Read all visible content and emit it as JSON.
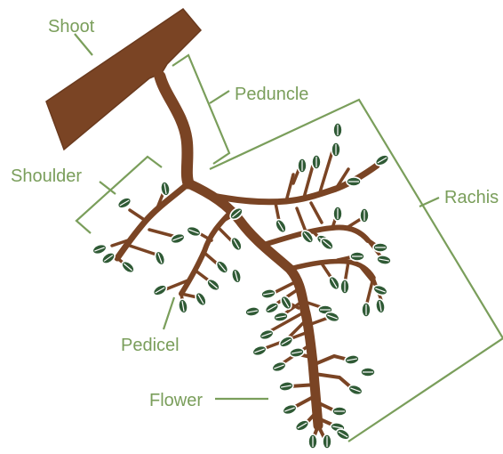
{
  "diagram": {
    "labels": {
      "shoot": "Shoot",
      "peduncle": "Peduncle",
      "rachis": "Rachis",
      "shoulder": "Shoulder",
      "pedicel": "Pedicel",
      "flower": "Flower"
    },
    "colors": {
      "label_green": "#7a9e5b",
      "stem_brown": "#7a4424",
      "bud_green": "#2f5a35",
      "background": "#ffffff"
    }
  }
}
